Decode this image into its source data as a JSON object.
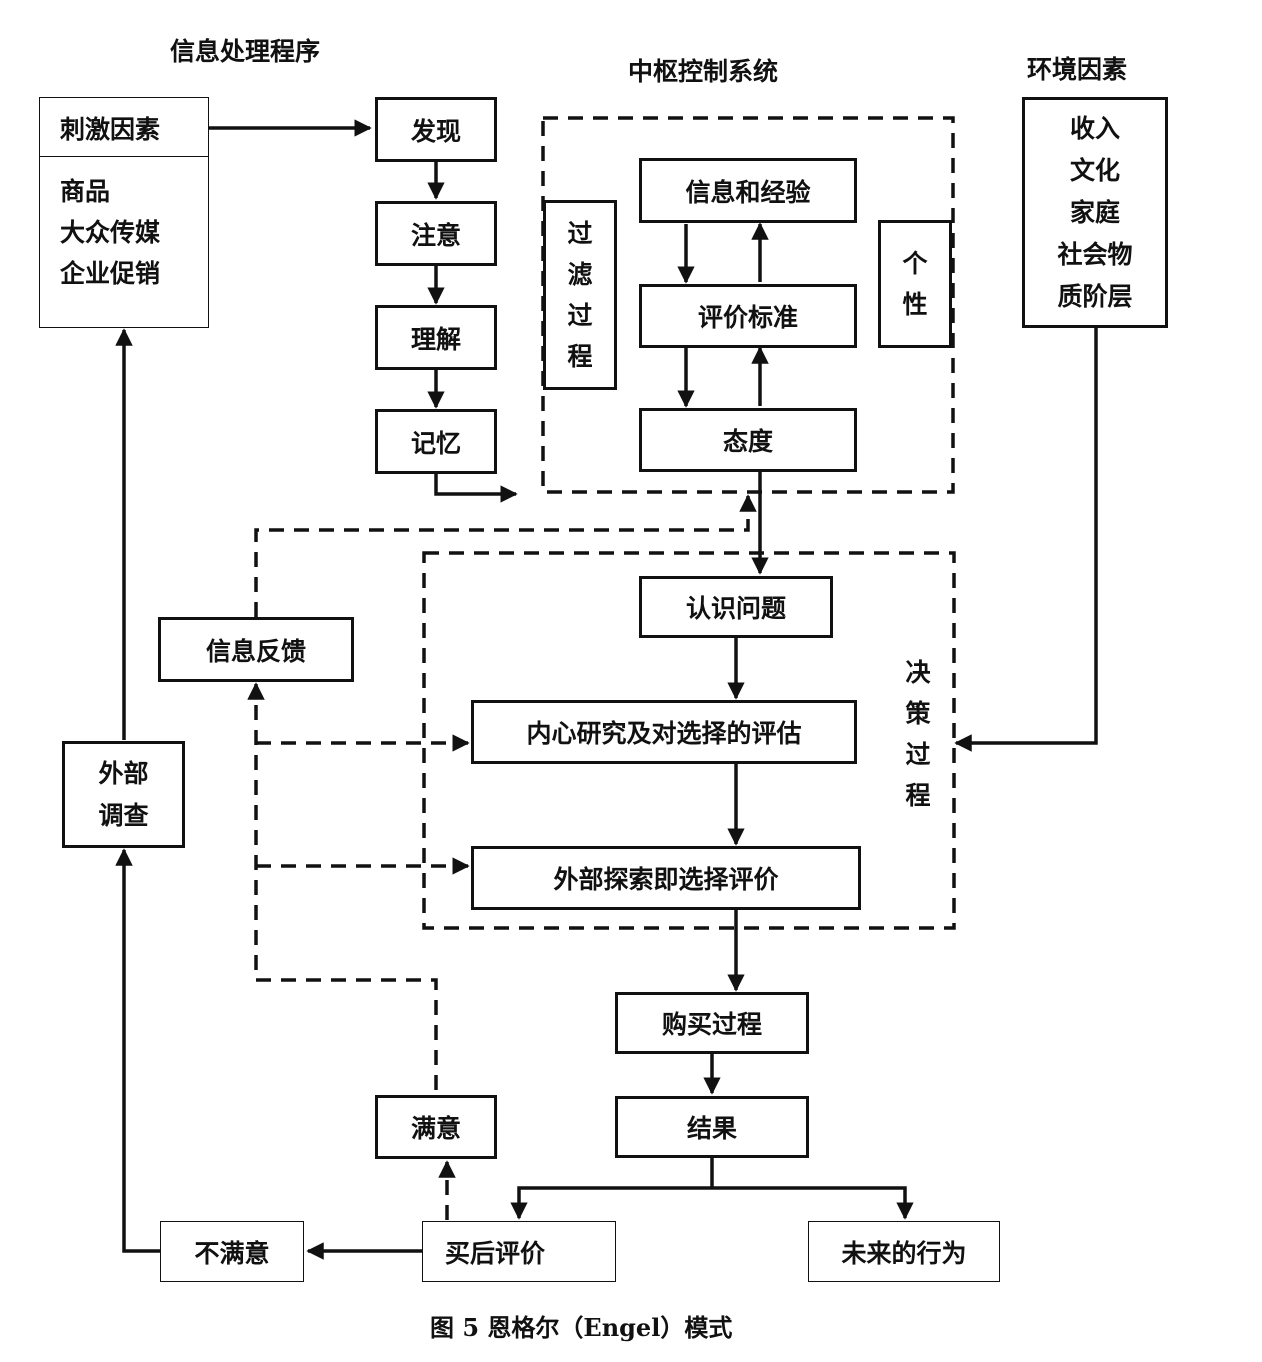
{
  "headers": {
    "info_processing": "信息处理程序",
    "central_control": "中枢控制系统",
    "environment": "环境因素"
  },
  "stimulus": {
    "title": "刺激因素",
    "items": [
      "商品",
      "大众传媒",
      "企业促销"
    ]
  },
  "info_steps": [
    "发现",
    "注意",
    "理解",
    "记忆"
  ],
  "filter_process": [
    "过",
    "滤",
    "过",
    "程"
  ],
  "central": {
    "info_experience": "信息和经验",
    "evaluation_criteria": "评价标准",
    "attitude": "态度",
    "personality": [
      "个",
      "性"
    ]
  },
  "environment_factors": [
    "收入",
    "文化",
    "家庭",
    "社会物",
    "质阶层"
  ],
  "decision": {
    "recognize_problem": "认识问题",
    "internal_search": "内心研究及对选择的评估",
    "external_search": "外部探索即选择评价",
    "side_label": [
      "决",
      "策",
      "过",
      "程"
    ]
  },
  "info_feedback": "信息反馈",
  "external_survey": [
    "外部",
    "调查"
  ],
  "purchase_process": "购买过程",
  "result": "结果",
  "satisfied": "满意",
  "dissatisfied": "不满意",
  "post_purchase": "买后评价",
  "future_behavior": "未来的行为",
  "caption": "图 5 恩格尔（Engel）模式"
}
